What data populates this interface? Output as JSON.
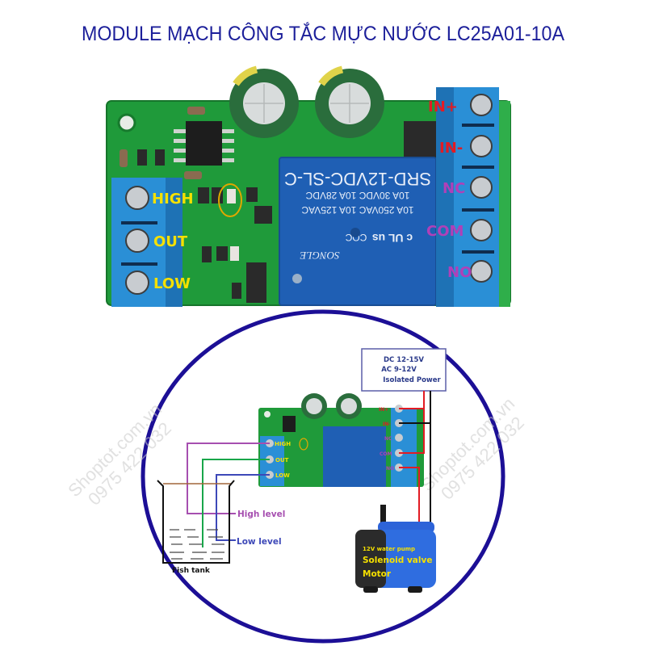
{
  "header": {
    "title": "MODULE MẠCH CÔNG TẮC MỰC NƯỚC LC25A01-10A"
  },
  "board": {
    "left_terminals": [
      "HIGH",
      "OUT",
      "LOW"
    ],
    "right_terminals": [
      "IN+",
      "IN-",
      "NC",
      "COM",
      "NO"
    ],
    "relay": {
      "model": "SRD-12VDC-SL-C",
      "rating_1": "10A 30VDC 10A 28VDC",
      "rating_2": "10A 250VAC 10A 125VAC",
      "brand": "SONGLE",
      "cert_1": "c UL us",
      "cert_2": "CQC"
    },
    "colors": {
      "pcb": "#1f9a3a",
      "terminal": "#2a8fd6",
      "relay": "#1f5fb4",
      "left_label": "#f5e000",
      "in_label": "#e21b23",
      "out_label": "#b040b8"
    }
  },
  "diagram": {
    "power_box": {
      "line1": "DC 12-15V",
      "line2": "AC 9-12V",
      "line3": "Isolated Power"
    },
    "tank": {
      "label": "Fish tank",
      "high_level": "High level",
      "low_level": "Low level"
    },
    "pump": {
      "line1": "12V water pump",
      "line2": "Solenoid valve",
      "line3": "Motor"
    },
    "wire_colors": {
      "high": "#a64fb0",
      "out": "#19a64a",
      "low": "#3d48b8",
      "positive": "#e21b23",
      "negative": "#111111"
    },
    "circle_color": "#1c0f96"
  },
  "watermark": {
    "site": "Shoptot.com.vn",
    "phone": "0975 422 032"
  }
}
